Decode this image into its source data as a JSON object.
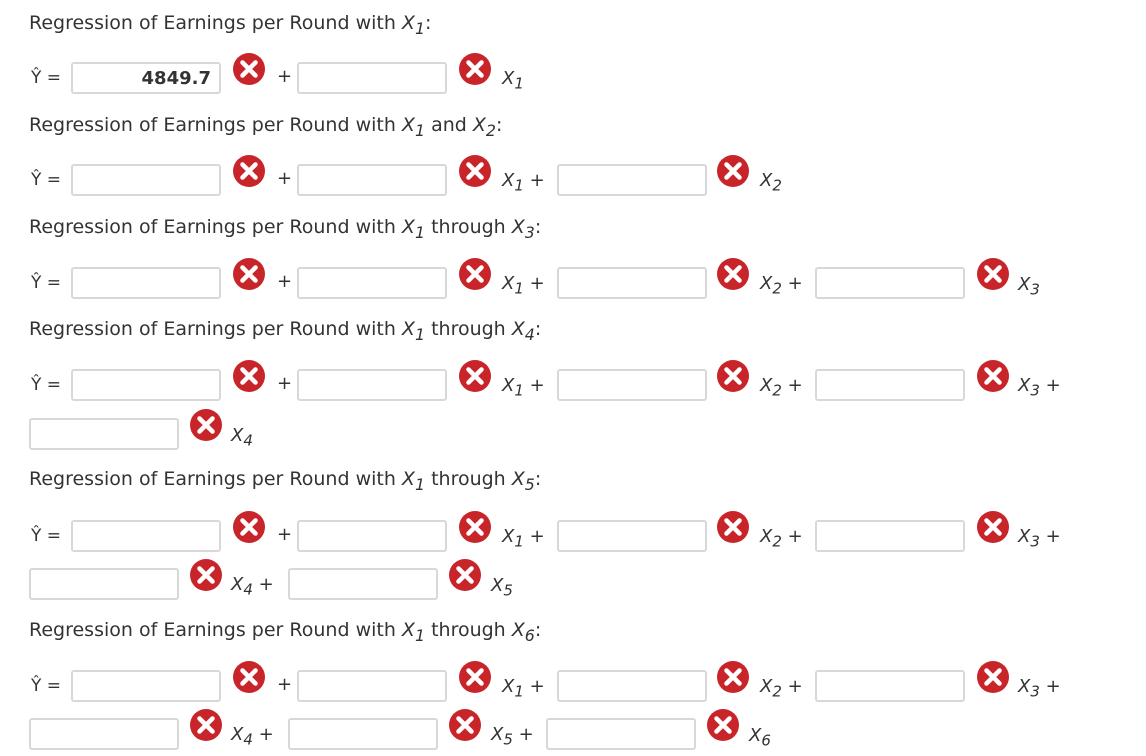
{
  "colors": {
    "incorrect": "#c8252b",
    "box_border": "#d8d8d8",
    "text": "#333333"
  },
  "labels": {
    "yhat": "Ŷ =",
    "plus": "+",
    "var_prefix": "X",
    "subscripts": [
      "1",
      "2",
      "3",
      "4",
      "5",
      "6"
    ],
    "x1": "X1",
    "x2": "X2",
    "x3": "X3",
    "x4": "X4",
    "x5": "X5",
    "x6": "X6",
    "x1_plus": "X1 +",
    "x2_plus": "X2 +",
    "x3_plus": "X3 +",
    "x4_plus": "X4 +",
    "x5_plus": "X5 +"
  },
  "sections": [
    {
      "heading": "Regression of Earnings per Round with X1:",
      "heading_parts": {
        "text": "Regression of Earnings per Round with ",
        "var1": "X",
        "sub1": "1",
        "join": "",
        "var2": "",
        "sub2": "",
        "end": ":"
      },
      "answers": [
        {
          "value": "4849.7",
          "status": "incorrect"
        },
        {
          "value": "",
          "status": "incorrect"
        }
      ]
    },
    {
      "heading": "Regression of Earnings per Round with X1 and X2:",
      "heading_parts": {
        "text": "Regression of Earnings per Round with ",
        "var1": "X",
        "sub1": "1",
        "join": " and ",
        "var2": "X",
        "sub2": "2",
        "end": ":"
      },
      "answers": [
        {
          "value": "",
          "status": "incorrect"
        },
        {
          "value": "",
          "status": "incorrect"
        },
        {
          "value": "",
          "status": "incorrect"
        }
      ]
    },
    {
      "heading": "Regression of Earnings per Round with X1 through X3:",
      "heading_parts": {
        "text": "Regression of Earnings per Round with ",
        "var1": "X",
        "sub1": "1",
        "join": " through ",
        "var2": "X",
        "sub2": "3",
        "end": ":"
      },
      "answers": [
        {
          "value": "",
          "status": "incorrect"
        },
        {
          "value": "",
          "status": "incorrect"
        },
        {
          "value": "",
          "status": "incorrect"
        },
        {
          "value": "",
          "status": "incorrect"
        }
      ]
    },
    {
      "heading": "Regression of Earnings per Round with X1 through X4:",
      "heading_parts": {
        "text": "Regression of Earnings per Round with ",
        "var1": "X",
        "sub1": "1",
        "join": " through ",
        "var2": "X",
        "sub2": "4",
        "end": ":"
      },
      "answers": [
        {
          "value": "",
          "status": "incorrect"
        },
        {
          "value": "",
          "status": "incorrect"
        },
        {
          "value": "",
          "status": "incorrect"
        },
        {
          "value": "",
          "status": "incorrect"
        },
        {
          "value": "",
          "status": "incorrect"
        }
      ]
    },
    {
      "heading": "Regression of Earnings per Round with X1 through X5:",
      "heading_parts": {
        "text": "Regression of Earnings per Round with ",
        "var1": "X",
        "sub1": "1",
        "join": " through ",
        "var2": "X",
        "sub2": "5",
        "end": ":"
      },
      "answers": [
        {
          "value": "",
          "status": "incorrect"
        },
        {
          "value": "",
          "status": "incorrect"
        },
        {
          "value": "",
          "status": "incorrect"
        },
        {
          "value": "",
          "status": "incorrect"
        },
        {
          "value": "",
          "status": "incorrect"
        },
        {
          "value": "",
          "status": "incorrect"
        }
      ]
    },
    {
      "heading": "Regression of Earnings per Round with X1 through X6:",
      "heading_parts": {
        "text": "Regression of Earnings per Round with ",
        "var1": "X",
        "sub1": "1",
        "join": " through ",
        "var2": "X",
        "sub2": "6",
        "end": ":"
      },
      "answers": [
        {
          "value": "",
          "status": "incorrect"
        },
        {
          "value": "",
          "status": "incorrect"
        },
        {
          "value": "",
          "status": "incorrect"
        },
        {
          "value": "",
          "status": "incorrect"
        },
        {
          "value": "",
          "status": "incorrect"
        },
        {
          "value": "",
          "status": "incorrect"
        },
        {
          "value": "",
          "status": "incorrect"
        }
      ]
    }
  ]
}
